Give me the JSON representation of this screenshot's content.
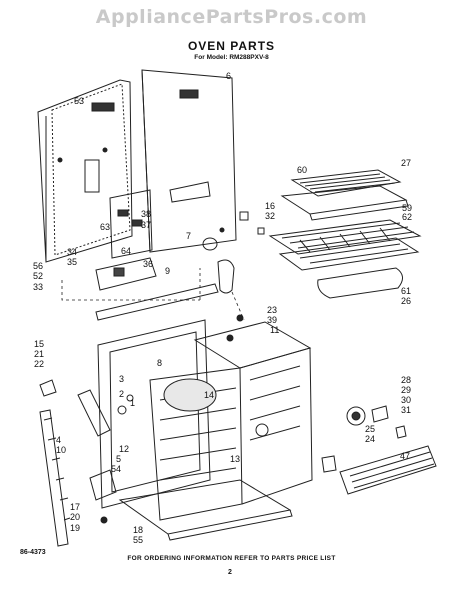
{
  "watermark": "AppliancePartsPros.com",
  "header": {
    "title": "OVEN PARTS",
    "model": "For Model: RM288PXV-8"
  },
  "callouts": [
    "6",
    "53",
    "60",
    "27",
    "38",
    "37",
    "16",
    "32",
    "59",
    "62",
    "7",
    "63",
    "64",
    "34",
    "35",
    "36",
    "9",
    "56",
    "52",
    "33",
    "61",
    "26",
    "23",
    "39",
    "11",
    "15",
    "21",
    "22",
    "8",
    "3",
    "2",
    "1",
    "14",
    "28",
    "29",
    "30",
    "31",
    "4",
    "10",
    "12",
    "5",
    "54",
    "13",
    "25",
    "24",
    "47",
    "17",
    "20",
    "19",
    "18",
    "55"
  ],
  "footer": {
    "doc_number": "86-4373",
    "instruction": "FOR ORDERING INFORMATION REFER TO PARTS PRICE LIST",
    "page_number": "2"
  }
}
